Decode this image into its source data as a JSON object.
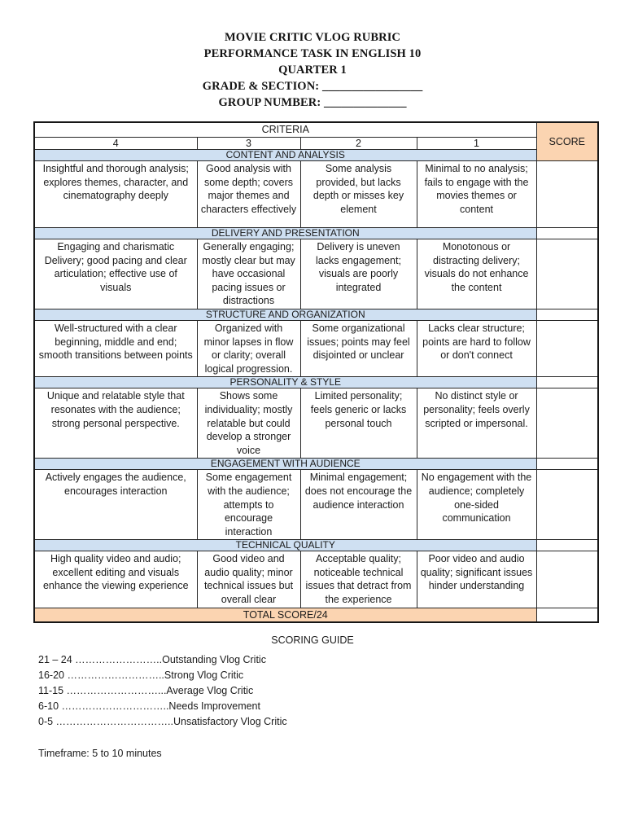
{
  "header": {
    "line1": "MOVIE CRITIC VLOG RUBRIC",
    "line2": "PERFORMANCE TASK IN ENGLISH 10",
    "line3": "QUARTER 1",
    "grade_section_label": "GRADE & SECTION:",
    "grade_section_blank": "_________________",
    "group_number_label": "GROUP NUMBER:",
    "group_number_blank": "______________"
  },
  "table": {
    "criteria_header": "CRITERIA",
    "score_header": "SCORE",
    "level_headers": [
      "4",
      "3",
      "2",
      "1"
    ],
    "total_label": "TOTAL SCORE/24",
    "sections": [
      {
        "name": "CONTENT AND ANALYSIS",
        "cells": [
          "Insightful and thorough analysis; explores themes, character, and cinematography deeply",
          "Good analysis with some depth; covers major themes and characters effectively",
          "Some analysis provided, but lacks depth or misses key element",
          "Minimal to no analysis; fails to engage with the movies themes or content"
        ]
      },
      {
        "name": "DELIVERY AND PRESENTATION",
        "cells": [
          "Engaging and charismatic Delivery; good pacing and clear articulation; effective use of visuals",
          "Generally engaging; mostly clear but may have occasional pacing issues or distractions",
          "Delivery is uneven lacks engagement; visuals are poorly integrated",
          "Monotonous or distracting delivery; visuals do not enhance the content"
        ]
      },
      {
        "name": "STRUCTURE AND ORGANIZATION",
        "cells": [
          "Well-structured with a clear beginning, middle and end; smooth transitions between points",
          "Organized with minor lapses in flow or clarity; overall logical progression.",
          "Some organizational issues; points may feel disjointed or unclear",
          "Lacks clear structure; points are hard to follow or don't connect"
        ]
      },
      {
        "name": "PERSONALITY & STYLE",
        "cells": [
          "Unique and relatable style that resonates with the audience; strong personal perspective.",
          "Shows some individuality; mostly relatable but could develop a stronger voice",
          "Limited personality; feels generic or lacks personal touch",
          "No distinct style or personality; feels overly scripted or impersonal."
        ]
      },
      {
        "name": "ENGAGEMENT WITH AUDIENCE",
        "cells": [
          "Actively engages the audience, encourages interaction",
          "Some engagement with the audience; attempts to encourage interaction",
          "Minimal engagement; does not encourage the audience interaction",
          "No engagement with the audience; completely one-sided communication"
        ]
      },
      {
        "name": "TECHNICAL QUALITY",
        "cells": [
          "High quality video and audio; excellent editing and visuals enhance the viewing experience",
          "Good video and audio quality; minor technical issues but overall clear",
          "Acceptable quality; noticeable technical issues that detract from the experience",
          "Poor video and audio quality; significant issues hinder understanding"
        ]
      }
    ]
  },
  "scoring_guide": {
    "title": "SCORING GUIDE",
    "entries": [
      "21 – 24 ……………………..Outstanding Vlog Critic",
      "16-20 ………………………..Strong Vlog Critic",
      "11-15 ………………………...Average Vlog Critic",
      "6-10 …………………………..Needs Improvement",
      "0-5 ……………………………..Unsatisfactory Vlog Critic"
    ]
  },
  "timeframe_note": "Timeframe: 5 to 10 minutes",
  "colors": {
    "section_band": "#CFE0F2",
    "score_accent": "#FBD4B1"
  }
}
